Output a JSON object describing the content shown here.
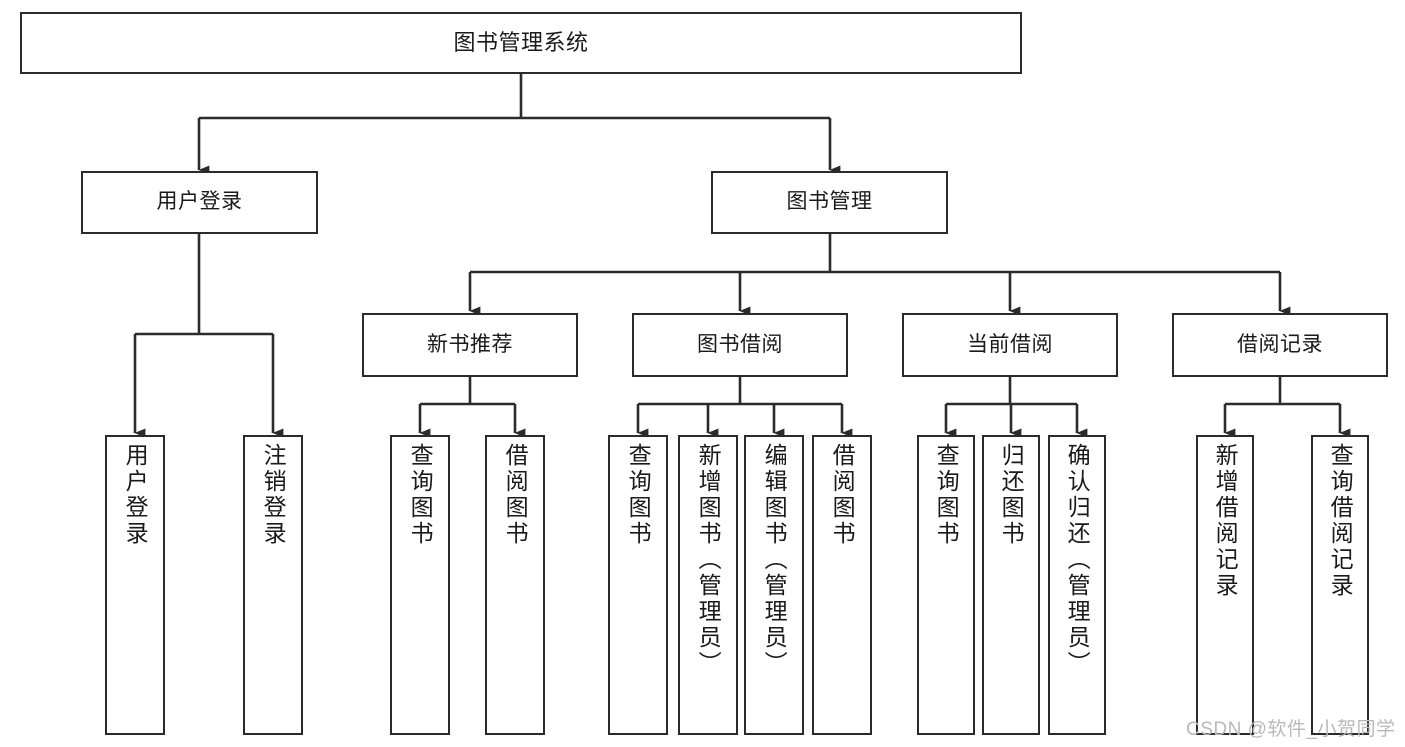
{
  "diagram": {
    "title": "图书管理系统",
    "type": "tree-hierarchy",
    "colors": {
      "background": "#ffffff",
      "stroke": "#2b2b2b",
      "node_fill": "#ffffff",
      "text": "#1a1a1a",
      "watermark": "#b9b9b9"
    },
    "root": {
      "label": "图书管理系统"
    },
    "level1": [
      {
        "label": "用户登录"
      },
      {
        "label": "图书管理"
      }
    ],
    "level2": [
      {
        "label": "新书推荐"
      },
      {
        "label": "图书借阅"
      },
      {
        "label": "当前借阅"
      },
      {
        "label": "借阅记录"
      }
    ],
    "leaves": {
      "user_login": [
        {
          "label": "用户登录"
        },
        {
          "label": "注销登录"
        }
      ],
      "new_book_recommend": [
        {
          "label": "查询图书"
        },
        {
          "label": "借阅图书"
        }
      ],
      "book_borrow": [
        {
          "label": "查询图书"
        },
        {
          "label": "新增图书（管理员）"
        },
        {
          "label": "编辑图书（管理员）"
        },
        {
          "label": "借阅图书"
        }
      ],
      "current_borrow": [
        {
          "label": "查询图书"
        },
        {
          "label": "归还图书"
        },
        {
          "label": "确认归还（管理员）"
        }
      ],
      "borrow_record": [
        {
          "label": "新增借阅记录"
        },
        {
          "label": "查询借阅记录"
        }
      ]
    }
  },
  "watermark": {
    "text": "CSDN @软件_小贺同学"
  }
}
